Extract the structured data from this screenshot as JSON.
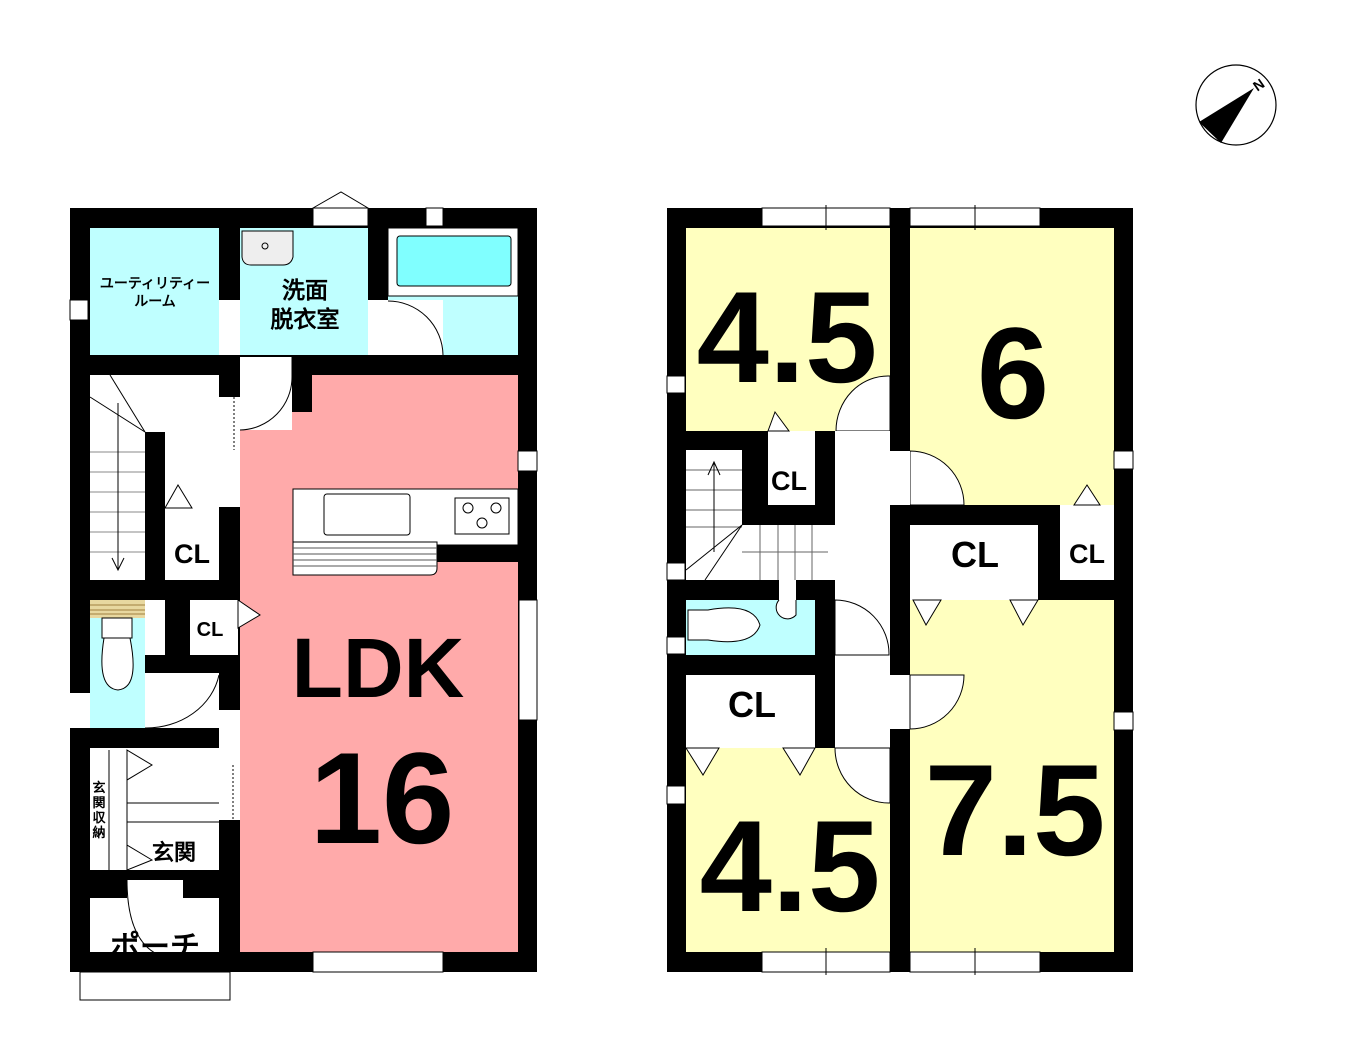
{
  "compass": {
    "label": "N"
  },
  "floor1": {
    "utility": {
      "line1": "ユーティリティー",
      "line2": "ルーム"
    },
    "washroom": {
      "line1": "洗面",
      "line2": "脱衣室"
    },
    "closet_stairs": "CL",
    "closet_small": "CL",
    "ldk": {
      "label": "LDK",
      "size": "16"
    },
    "entrance_storage": [
      "玄",
      "関",
      "収",
      "納"
    ],
    "entrance": "玄関",
    "porch": "ポーチ"
  },
  "floor2": {
    "room_top_left": "4.5",
    "room_top_right": "6",
    "closet_stairs": "CL",
    "closet_mid_large": "CL",
    "closet_mid_small": "CL",
    "closet_lower": "CL",
    "room_bottom_left": "4.5",
    "room_bottom_right": "7.5"
  },
  "colors": {
    "wall": "#000000",
    "wet": "#bfffff",
    "ldk": "#ffaaaa",
    "bedroom": "#ffffbf",
    "tub": "#80ffff"
  }
}
